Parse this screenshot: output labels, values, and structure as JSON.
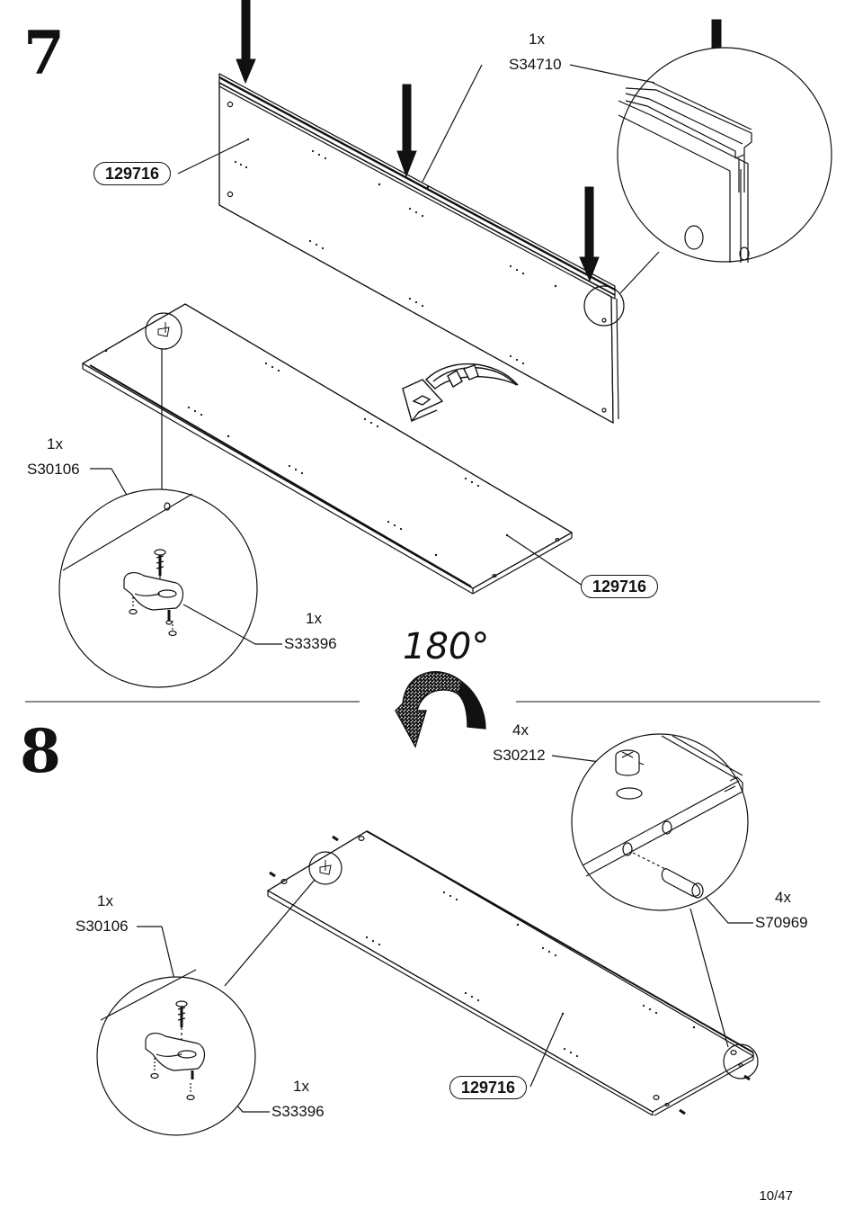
{
  "page_number": "10/47",
  "rotation_label": "180°",
  "steps": [
    {
      "number": "7",
      "panel_labels": [
        "129716",
        "129716"
      ],
      "parts": [
        {
          "qty": "1x",
          "code": "S34710"
        },
        {
          "qty": "1x",
          "code": "S30106"
        },
        {
          "qty": "1x",
          "code": "S33396"
        }
      ]
    },
    {
      "number": "8",
      "panel_labels": [
        "129716"
      ],
      "parts": [
        {
          "qty": "4x",
          "code": "S30212"
        },
        {
          "qty": "4x",
          "code": "S70969"
        },
        {
          "qty": "1x",
          "code": "S30106"
        },
        {
          "qty": "1x",
          "code": "S33396"
        }
      ]
    }
  ],
  "icons": [
    "down-arrow-icon",
    "flip-arrow-icon",
    "rotate-180-icon",
    "screw-icon",
    "bracket-icon",
    "cam-lock-icon",
    "dowel-icon"
  ]
}
